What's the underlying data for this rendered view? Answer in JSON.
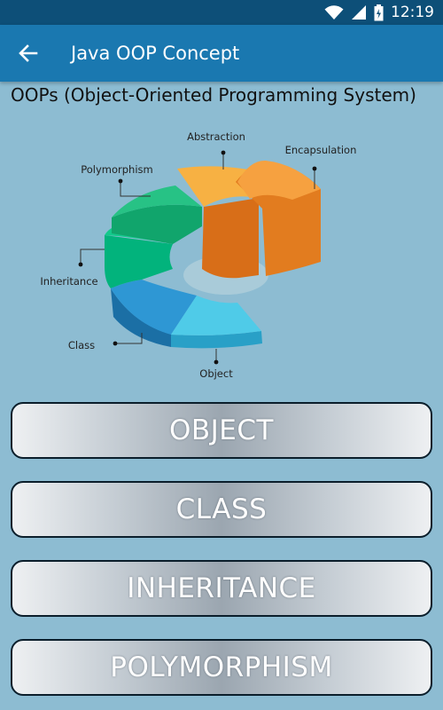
{
  "status_bar": {
    "time": "12:19"
  },
  "app_bar": {
    "title": "Java OOP Concept"
  },
  "page": {
    "heading": "OOPs (Object-Oriented Programming System)"
  },
  "diagram": {
    "labels": {
      "abstraction": "Abstraction",
      "encapsulation": "Encapsulation",
      "polymorphism": "Polymorphism",
      "inheritance": "Inheritance",
      "class": "Class",
      "object": "Object"
    }
  },
  "buttons": {
    "object": "OBJECT",
    "class": "CLASS",
    "inheritance": "INHERITANCE",
    "polymorphism": "POLYMORPHISM"
  },
  "colors": {
    "status_bar": "#0d4f78",
    "app_bar": "#1a78b0",
    "background": "#8dbcd2"
  }
}
